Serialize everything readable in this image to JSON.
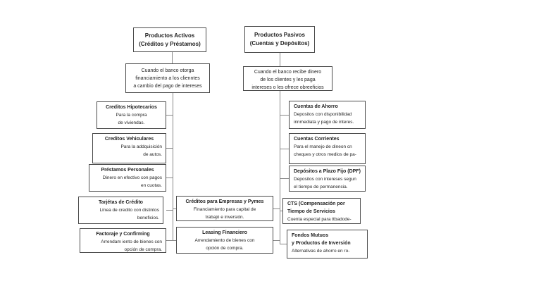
{
  "diagram": {
    "active": {
      "title": [
        "Productos Activos",
        "(Créditos y Préstamos)"
      ],
      "description": [
        "Cuando el banco otorga",
        "financiamiento a los clienntes",
        "a cambio del pago de intereses"
      ],
      "products": [
        {
          "title": "Creditos Hipotecarios",
          "body": [
            "Para la compra",
            "de viviendas."
          ]
        },
        {
          "title": "Creditos Vehiculares",
          "body": [
            "Para la addquisición",
            "de autos."
          ]
        },
        {
          "title": "Préstamos Personales",
          "body": [
            "Dinero en efectivo con pagos",
            "en cuotas."
          ]
        },
        {
          "title": "Tarjétas de Crédito",
          "body": [
            "Línea de credito con distintos",
            "beneficios."
          ]
        },
        {
          "title": "Factoraje y Confirming",
          "body": [
            "Arrendam iento de bienes con",
            "opción de compra."
          ]
        }
      ],
      "business_products": [
        {
          "title": "Créditos para Empresas y Pymes",
          "body": [
            "Financiamiento para capital de",
            "trabajó e inversión."
          ]
        },
        {
          "title": "Leasing Financiero",
          "body": [
            "Arrendamiento de bienes con",
            "opción de compra."
          ]
        }
      ]
    },
    "passive": {
      "title": [
        "Productos Pasivos",
        "(Cuentas y Depósitos)"
      ],
      "description": [
        "Cuando el banco recibe dinero",
        "de los clientes y les paga",
        "intereses o les ofrece obreeficios"
      ],
      "products": [
        {
          "title": [
            "Cuentas de Ahorro"
          ],
          "body": [
            "Depositos con disponibilidad",
            "innmediata y pago de interes."
          ]
        },
        {
          "title": [
            "Cuentas Corrientes"
          ],
          "body": [
            "Para el manejo de dineon cn",
            "cheques y otros medios de pa-"
          ]
        },
        {
          "title": [
            "Depósitos a Plazo Fijo (DPF)"
          ],
          "body": [
            "Depositos con intereses segun",
            "el tiempo de permanencia."
          ]
        },
        {
          "title": [
            "CTS (Compensación por",
            "Tiempo de Servicios"
          ],
          "body": [
            "Cuenta especial para ttbadode-"
          ]
        },
        {
          "title": [
            "Fondos Mutuos",
            "y Productos de Inversión"
          ],
          "body": [
            "Alternativas de ahorro en ro-"
          ]
        }
      ]
    },
    "colors": {
      "background": "#ffffff",
      "box_border": "#4a4a4a",
      "connector": "#888888",
      "text": "#1f1f1f"
    }
  }
}
